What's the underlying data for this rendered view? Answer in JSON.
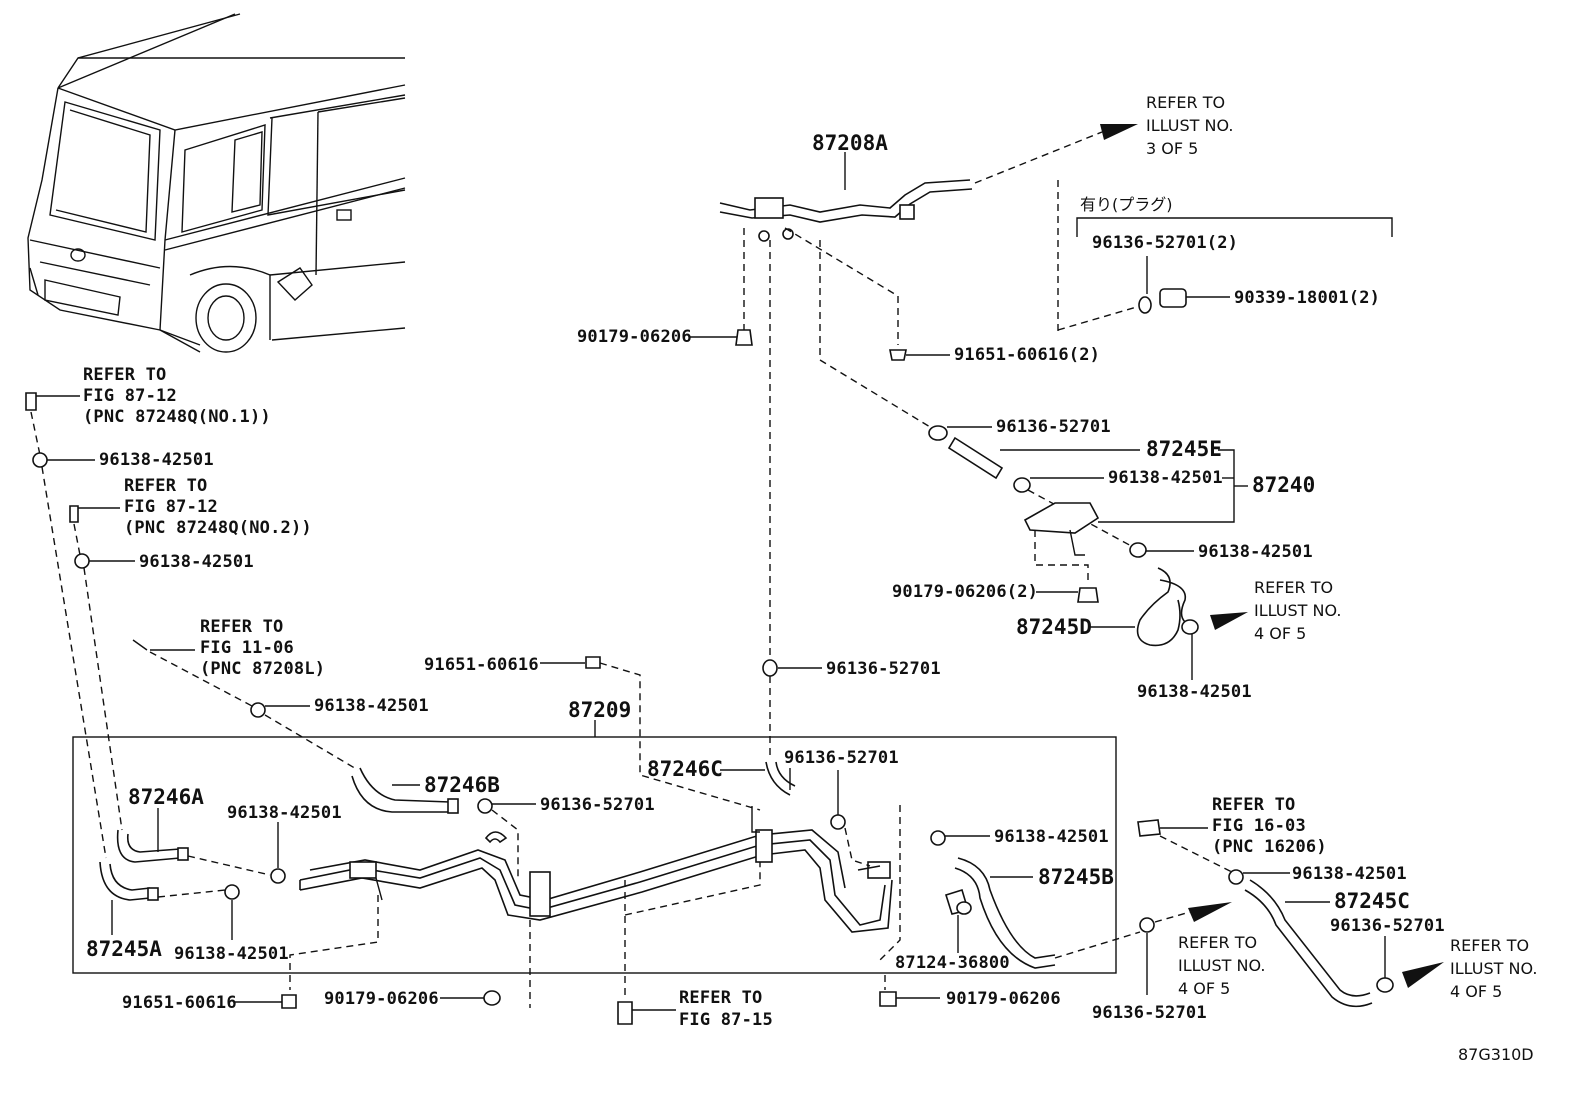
{
  "diagram": {
    "illustration_code": "87G310D",
    "group_labels": {
      "assy_87209": "87209",
      "assy_87240": "87240",
      "plug_note": "有り(プラグ)"
    },
    "part_labels": {
      "p87208A": "87208A",
      "p96136_52701_2": "96136-52701(2)",
      "p90339_18001_2": "90339-18001(2)",
      "p90179_06206_top": "90179-06206",
      "p91651_60616_2": "91651-60616(2)",
      "p96136_52701_a": "96136-52701",
      "p87245E": "87245E",
      "p96138_42501_a": "96138-42501",
      "p96138_42501_b": "96138-42501",
      "p90179_06206_2": "90179-06206(2)",
      "p87245D": "87245D",
      "p96138_42501_c": "96138-42501",
      "p96138_42501_left1": "96138-42501",
      "p96138_42501_left2": "96138-42501",
      "p91651_60616_mid": "91651-60616",
      "p96136_52701_mid": "96136-52701",
      "p96138_42501_left3": "96138-42501",
      "p87246B": "87246B",
      "p96136_52701_b": "96136-52701",
      "p87246A": "87246A",
      "p96138_42501_d": "96138-42501",
      "p87246C": "87246C",
      "p96136_52701_c": "96136-52701",
      "p96138_42501_e": "96138-42501",
      "p87245B": "87245B",
      "p87245A": "87245A",
      "p96138_42501_f": "96138-42501",
      "p87124_36800": "87124-36800",
      "p91651_60616_bot": "91651-60616",
      "p90179_06206_bot1": "90179-06206",
      "p90179_06206_bot2": "90179-06206",
      "p96138_42501_g": "96138-42501",
      "p87245C": "87245C",
      "p96136_52701_d": "96136-52701",
      "p96136_52701_e": "96136-52701"
    },
    "references": {
      "ref_illust_3of5": [
        "REFER TO",
        "ILLUST NO.",
        "3 OF 5"
      ],
      "ref_illust_4of5_a": [
        "REFER TO",
        "ILLUST NO.",
        "4 OF 5"
      ],
      "ref_illust_4of5_b": [
        "REFER TO",
        "ILLUST NO.",
        "4 OF 5"
      ],
      "ref_illust_4of5_c": [
        "REFER TO",
        "ILLUST NO.",
        "4 OF 5"
      ],
      "ref_fig_87_12_no1": [
        "REFER TO",
        "FIG 87-12",
        "(PNC 87248Q(NO.1))"
      ],
      "ref_fig_87_12_no2": [
        "REFER TO",
        "FIG 87-12",
        "(PNC 87248Q(NO.2))"
      ],
      "ref_fig_11_06": [
        "REFER TO",
        "FIG 11-06",
        "(PNC 87208L)"
      ],
      "ref_fig_16_03": [
        "REFER TO",
        "FIG 16-03",
        "(PNC 16206)"
      ],
      "ref_fig_87_15": [
        "REFER TO",
        "FIG 87-15"
      ]
    }
  }
}
